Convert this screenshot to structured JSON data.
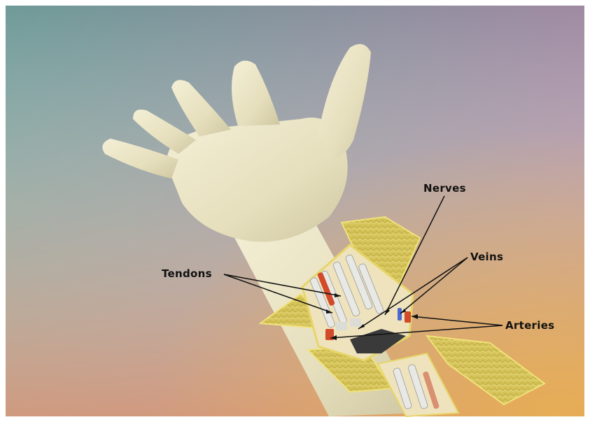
{
  "labels": {
    "nerves": "Nerves",
    "veins": "Veins",
    "tendons": "Tendons",
    "arteries": "Arteries"
  },
  "colors": {
    "bg_top_left": "#6f9a98",
    "bg_top_right": "#9c8aa0",
    "bg_bottom_left": "#d0808a",
    "bg_bottom_right": "#e0a85a",
    "skin": "#ece6c8",
    "fat_tissue": "#d8c860",
    "tendon": "#e8e8e4",
    "artery": "#d24a2a",
    "vein": "#4a6ad0",
    "nerve": "#f2f2ee",
    "leader_line": "#111111"
  }
}
